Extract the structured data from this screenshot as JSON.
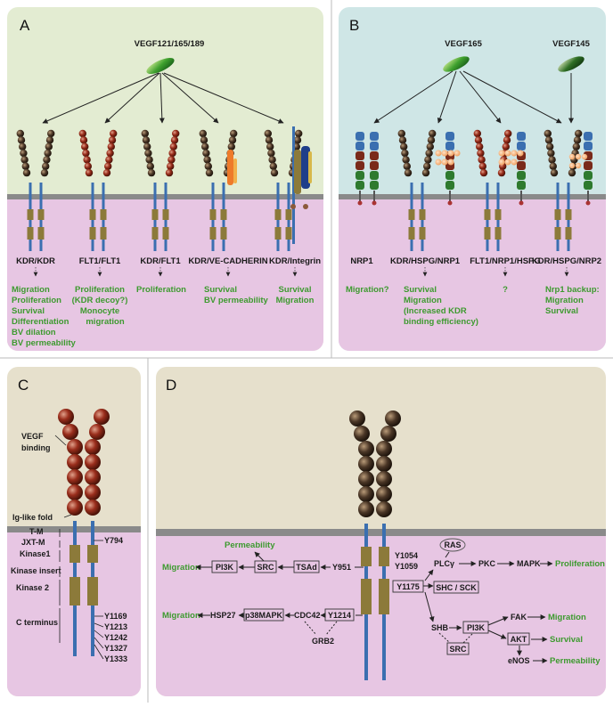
{
  "panels": {
    "A": {
      "letter": "A",
      "ligand": "VEGF121/165/189",
      "receptors": [
        {
          "name": "KDR/KDR",
          "effects": [
            "Migration",
            "Proliferation",
            "Survival",
            "Differentiation",
            "BV dilation",
            "BV permeability"
          ]
        },
        {
          "name": "FLT1/FLT1",
          "effects": [
            "Proliferation",
            "(KDR decoy?)",
            "Monocyte",
            "migration"
          ]
        },
        {
          "name": "KDR/FLT1",
          "effects": [
            "Proliferation"
          ]
        },
        {
          "name": "KDR/VE-CADHERIN",
          "effects": [
            "Survival",
            "BV permeability"
          ]
        },
        {
          "name": "KDR/Integrin",
          "effects": [
            "Survival",
            "Migration"
          ]
        }
      ]
    },
    "B": {
      "letter": "B",
      "ligand1": "VEGF165",
      "ligand2": "VEGF145",
      "receptors": [
        {
          "name": "NRP1",
          "effects": [
            "Migration?"
          ]
        },
        {
          "name": "KDR/HSPG/NRP1",
          "effects": [
            "Survival",
            "Migration",
            "(Increased KDR",
            "binding efficiency)"
          ]
        },
        {
          "name": "FLT1/NRP1/HSPG",
          "effects": [
            "?"
          ]
        },
        {
          "name": "KDR/HSPG/NRP2",
          "effects": [
            "Nrp1 backup:",
            "Migration",
            "Survival"
          ]
        }
      ]
    },
    "C": {
      "letter": "C",
      "left_labels": {
        "vegf": "VEGF",
        "binding": "binding",
        "ig": "Ig-like fold",
        "tm": "T-M",
        "jxt": "JXT-M",
        "kinase1": "Kinase1",
        "insert": "Kinase insert",
        "kinase2": "Kinase 2",
        "cterm": "C terminus"
      },
      "sites": {
        "y794": "Y794",
        "y1169": "Y1169",
        "y1213": "Y1213",
        "y1242": "Y1242",
        "y1327": "Y1327",
        "y1333": "Y1333"
      }
    },
    "D": {
      "letter": "D",
      "sites": {
        "y951": "Y951",
        "y1054": "Y1054",
        "y1059": "Y1059",
        "y1175": "Y1175",
        "y1214": "Y1214"
      },
      "nodes": {
        "permeability_top": "Permeability",
        "migration1": "Migration",
        "pi3k1": "PI3K",
        "src1": "SRC",
        "tsad": "TSAd",
        "migration2": "Migration",
        "hsp27": "HSP27",
        "p38": "p38MAPK",
        "cdc42": "CDC42",
        "grb2": "GRB2",
        "ras": "RAS",
        "plc": "PLCγ",
        "pkc": "PKC",
        "mapk": "MAPK",
        "proliferation": "Proliferation",
        "shc": "SHC / SCK",
        "shb": "SHB",
        "pi3k2": "PI3K",
        "src2": "SRC",
        "fak": "FAK",
        "migration3": "Migration",
        "akt": "AKT",
        "survival": "Survival",
        "enos": "eNOS",
        "permeability": "Permeability"
      }
    }
  }
}
